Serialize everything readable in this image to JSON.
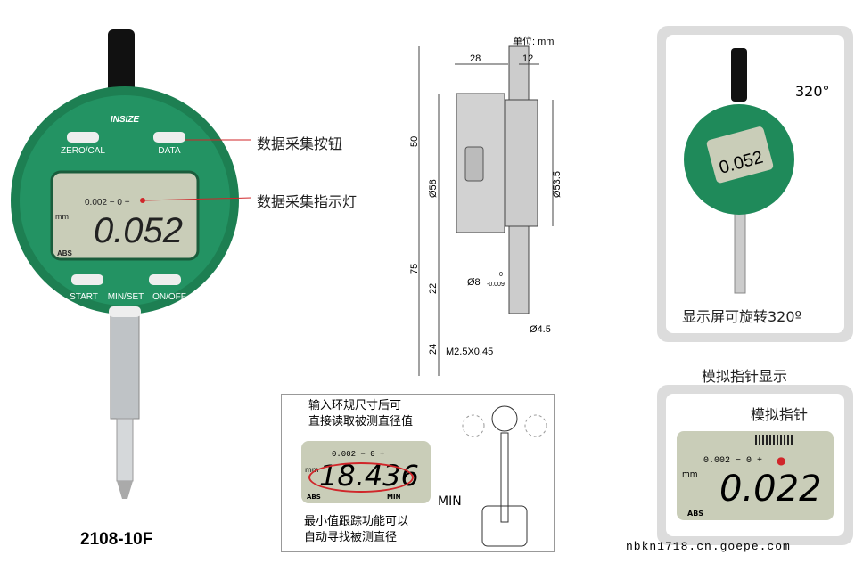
{
  "gauge": {
    "brand": "INSIZE",
    "buttons": {
      "zero_cal": "ZERO/CAL",
      "data": "DATA",
      "start": "START",
      "min_set": "MIN/SET",
      "on_off": "ON/OFF"
    },
    "display": {
      "value": "0.052",
      "unit": "mm",
      "scale": "0.002 − 0 +",
      "mode": "ABS"
    },
    "model": "2108-10F"
  },
  "callouts": {
    "data_button": "数据采集按钮",
    "data_indicator": "数据采集指示灯"
  },
  "drawing": {
    "unit": "单位: mm",
    "dims": {
      "d28": "28",
      "d12": "12",
      "d50": "50",
      "d75": "75",
      "d58": "Ø58",
      "d535": "Ø53.5",
      "d22": "22",
      "d24": "24",
      "d8": "Ø8",
      "d8_tol_upper": "0",
      "d8_tol_lower": "-0.009",
      "d45": "Ø4.5",
      "thread": "M2.5X0.45"
    }
  },
  "min_panel": {
    "top_text_1": "输入环规尺寸后可",
    "top_text_2": "直接读取被测直径值",
    "value": "18.436",
    "abs": "ABS",
    "min_flag": "MIN",
    "min_label": "MIN",
    "unit": "mm",
    "scale": "0.002 − 0 +",
    "bottom_text_1": "最小值跟踪功能可以",
    "bottom_text_2": "自动寻找被测直径"
  },
  "rotate_panel": {
    "angle": "320°",
    "caption": "显示屏可旋转320º",
    "value": "0.052"
  },
  "analog_title": "模拟指针显示",
  "analog_panel": {
    "pointer_label": "模拟指针",
    "value": "0.022",
    "unit": "mm",
    "scale": "0.002 − 0 +",
    "mode": "ABS"
  },
  "watermark": "nbkn1718.cn.goepe.com",
  "colors": {
    "body_green": "#1f8a5a",
    "lcd": "#c9cdb8",
    "accent_red": "#d0262a"
  }
}
